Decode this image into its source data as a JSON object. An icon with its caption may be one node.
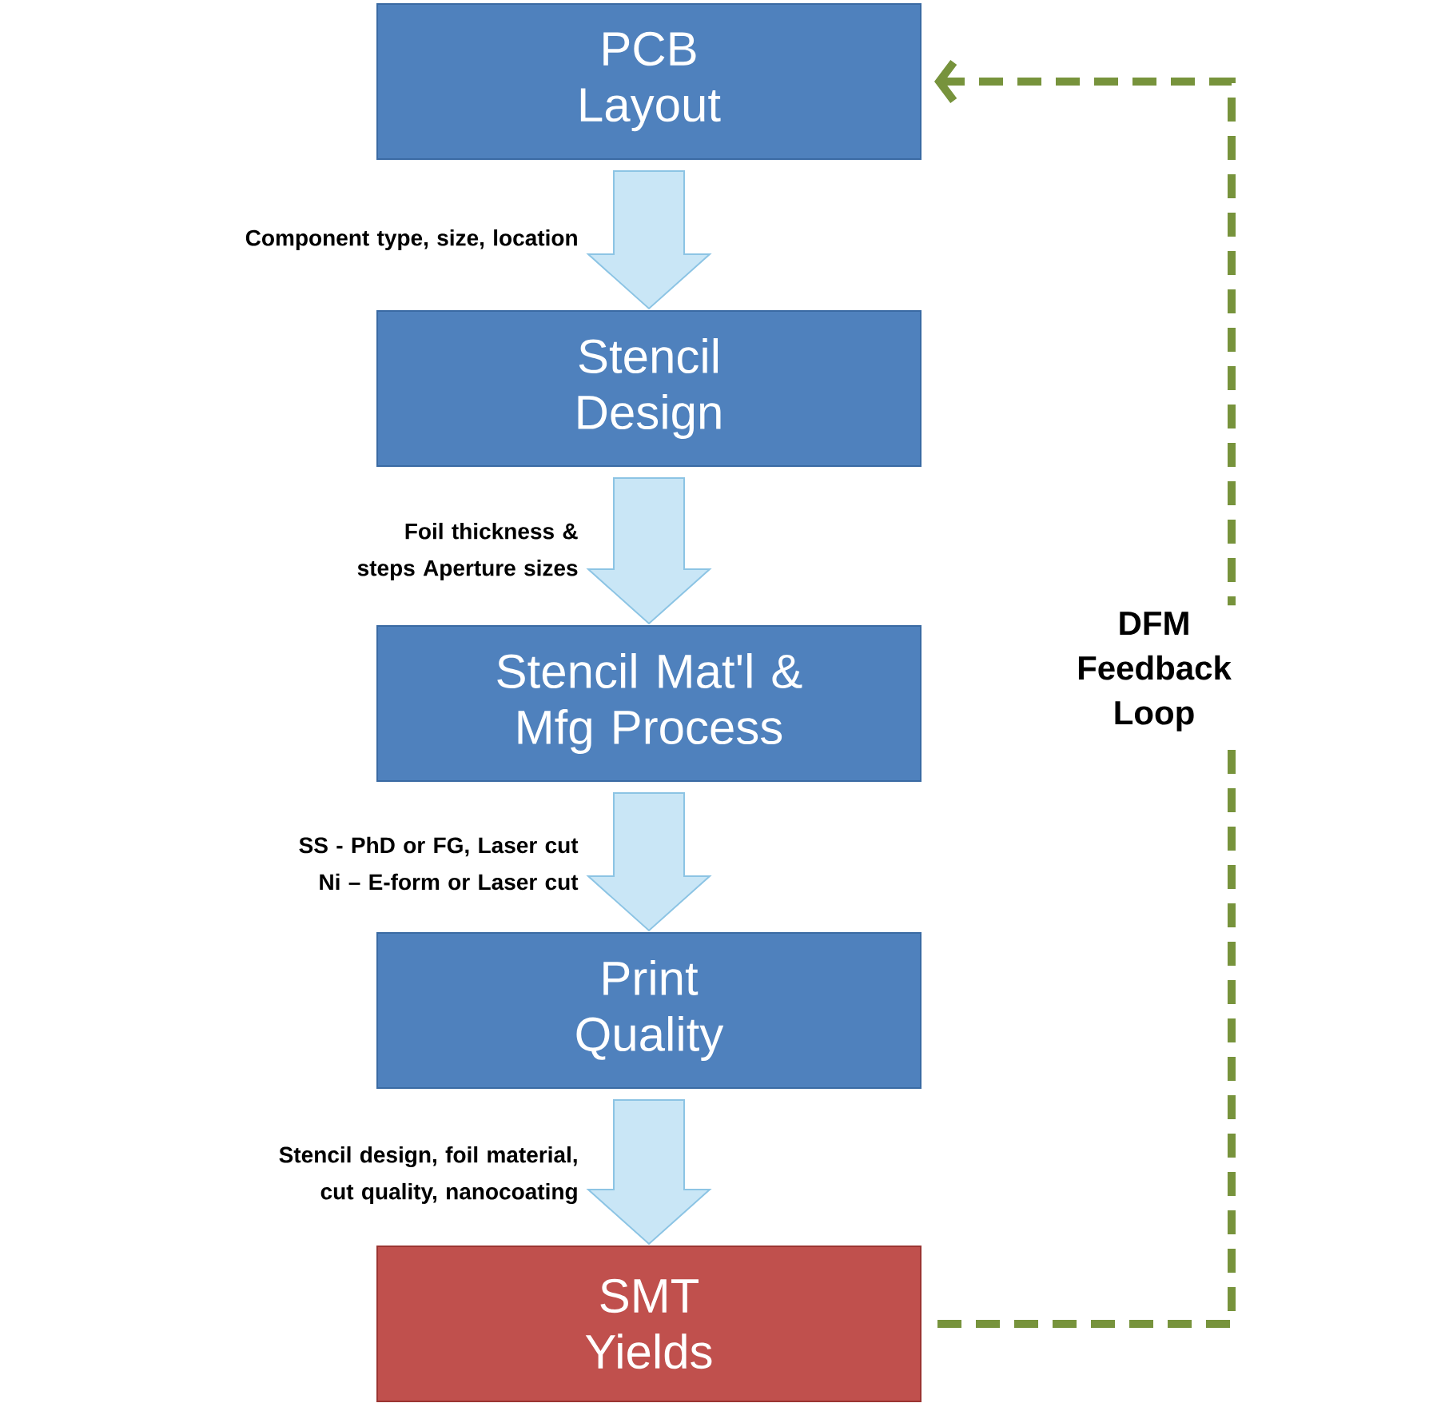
{
  "diagram": {
    "nodes": [
      {
        "text": [
          "PCB Layout"
        ]
      },
      {
        "text": [
          "Stencil Design"
        ]
      },
      {
        "text": [
          "Stencil Mat'l & Mfg Process"
        ]
      },
      {
        "text": [
          "Print Quality"
        ]
      },
      {
        "text": [
          "SMT Yields"
        ]
      }
    ],
    "edges": [
      {
        "from": 0,
        "to": 1,
        "arrow": "to",
        "label": "Component type, size, location"
      },
      {
        "from": 1,
        "to": 2,
        "arrow": "to",
        "label": "Foil thickness & steps Aperture sizes"
      },
      {
        "from": 2,
        "to": 3,
        "arrow": "to",
        "label": "SS - PhD or FG, Laser cut Ni – E-form or Laser cut"
      },
      {
        "from": 3,
        "to": 4,
        "arrow": "to",
        "label": "Stencil design, foil material, cut quality, nanocoating"
      },
      {
        "from": 4,
        "to": 0,
        "arrow": "to",
        "label": "DFM Feedback Loop",
        "style": "dashed",
        "color": "#77933c"
      }
    ]
  }
}
